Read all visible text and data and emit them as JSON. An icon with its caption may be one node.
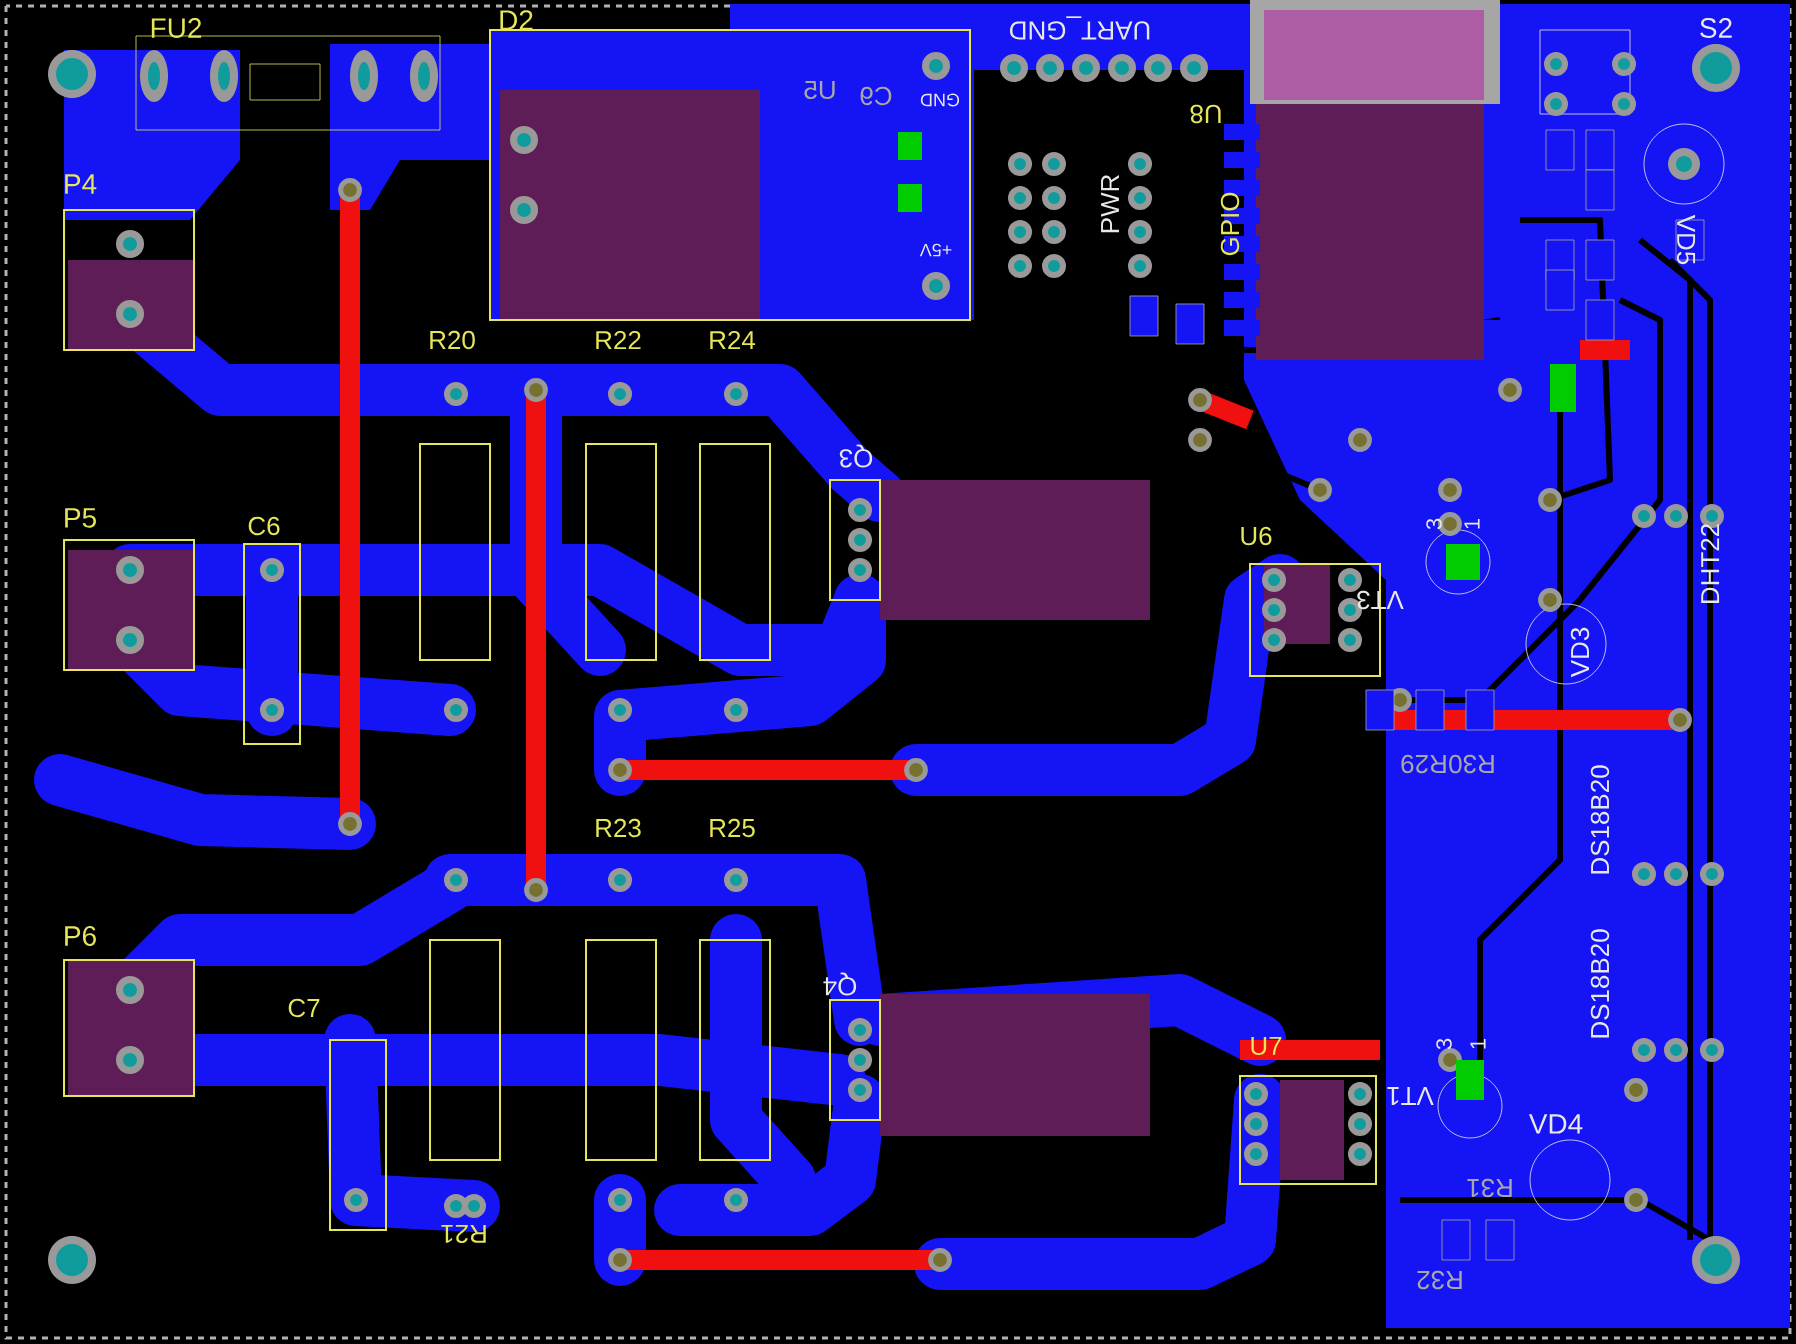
{
  "diagram": {
    "labels": [
      "FU2",
      "D2",
      "UART_GND",
      "S2",
      "U5",
      "C9",
      "GND",
      "U8",
      "+5V",
      "P4",
      "PWR",
      "GPIO",
      "VD5",
      "R20",
      "R22",
      "R24",
      "Q3",
      "P5",
      "C6",
      "U6",
      "3",
      "1",
      "VT3",
      "DHT22",
      "VD3",
      "R29",
      "R30",
      "DS18B20",
      "R23",
      "R25",
      "P6",
      "DS18B20",
      "Q4",
      "C7",
      "U7",
      "3",
      "1",
      "VT1",
      "VD4",
      "R31",
      "R32",
      "R21"
    ]
  }
}
